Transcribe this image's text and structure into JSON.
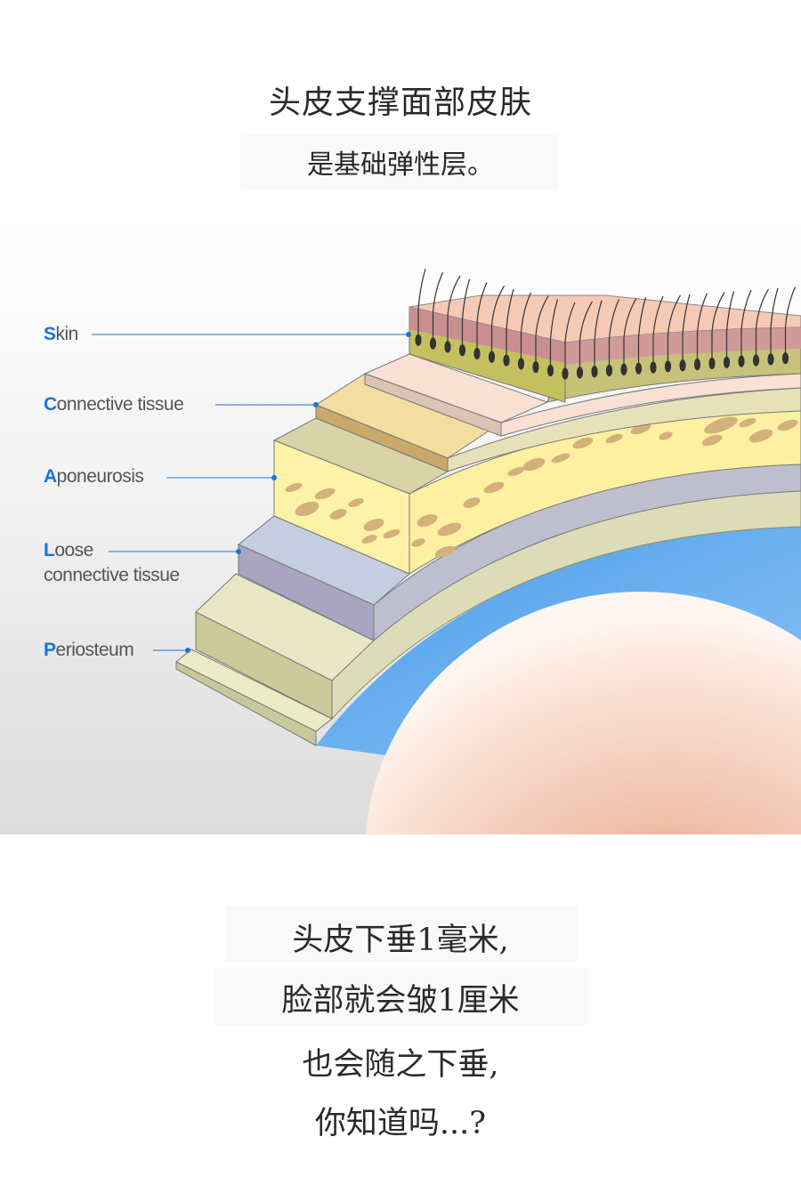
{
  "header": {
    "title": "头皮支撑面部皮肤",
    "subtitle": "是基础弹性层。"
  },
  "diagram": {
    "labels": [
      {
        "lines": [
          "Skin"
        ]
      },
      {
        "lines": [
          "Connective tissue"
        ]
      },
      {
        "lines": [
          "Aponeurosis"
        ]
      },
      {
        "lines": [
          "Loose",
          "connective tissue"
        ]
      },
      {
        "lines": [
          "Periosteum"
        ]
      }
    ],
    "accent_color": "#1a73d9"
  },
  "footer": {
    "lines": [
      "头皮下垂1毫米,",
      "脸部就会皱1厘米",
      "也会随之下垂,",
      "你知道吗...?"
    ]
  }
}
